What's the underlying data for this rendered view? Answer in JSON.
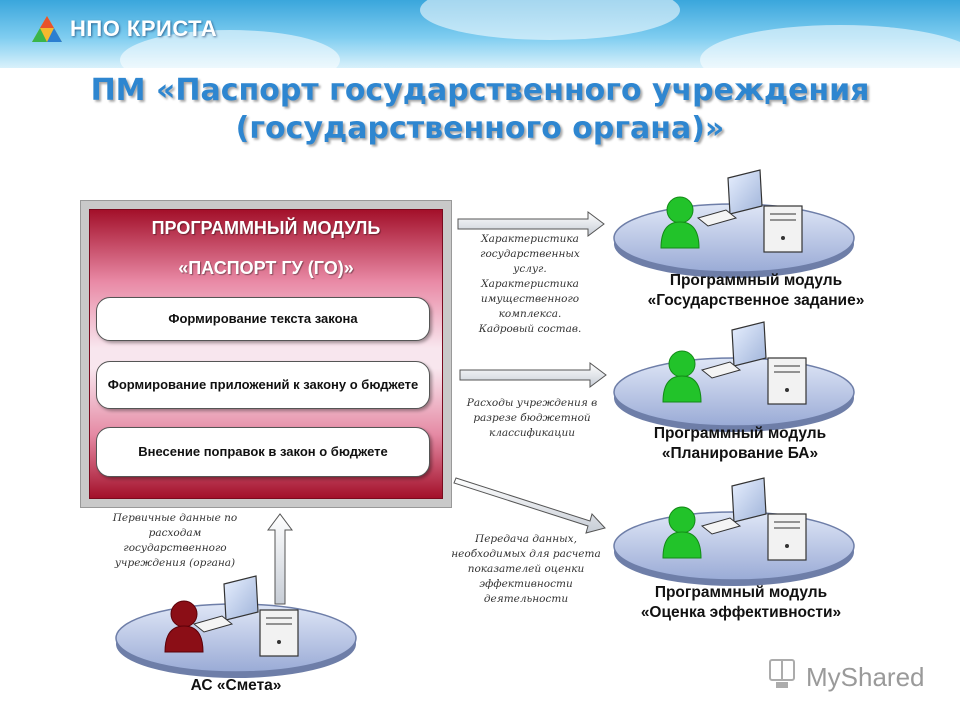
{
  "header": {
    "logo_text": "НПО КРИСТА"
  },
  "title": {
    "line1": "ПМ «Паспорт государственного учреждения",
    "line2": "(государственного органа)»"
  },
  "module": {
    "heading_line1": "ПРОГРАММНЫЙ МОДУЛЬ",
    "heading_line2": "«ПАСПОРТ ГУ (ГО)»",
    "items": [
      {
        "label": "Формирование текста закона"
      },
      {
        "label": "Формирование приложений к закону о бюджете"
      },
      {
        "label": "Внесение поправок в закон о бюджете"
      }
    ]
  },
  "arrows": [
    {
      "note": [
        "Характеристика",
        "государственных услуг.",
        "Характеристика",
        "имущественного",
        "комплекса.",
        "Кадровый состав."
      ]
    },
    {
      "note": [
        "Расходы учреждения в",
        "разрезе бюджетной",
        "классификации"
      ]
    },
    {
      "note": [
        "Передача данных,",
        "необходимых для расчета",
        "показателей оценки",
        "эффективности",
        "деятельности"
      ]
    }
  ],
  "source_note": [
    "Первичные данные по",
    "расходам",
    "государственного",
    "учреждения (органа)"
  ],
  "targets": [
    {
      "line1": "Программный модуль",
      "line2": "«Государственное задание»"
    },
    {
      "line1": "Программный модуль",
      "line2": "«Планирование БА»"
    },
    {
      "line1": "Программный модуль",
      "line2": "«Оценка эффективности»"
    }
  ],
  "source": {
    "label": "АС «Смета»"
  },
  "watermark": {
    "text": "MyShared"
  },
  "colors": {
    "title": "#2e86d0",
    "module_dark": "#a3102a",
    "user_green": "#22c32a",
    "user_red": "#8b0e16",
    "platform": "#b9c6e6"
  }
}
